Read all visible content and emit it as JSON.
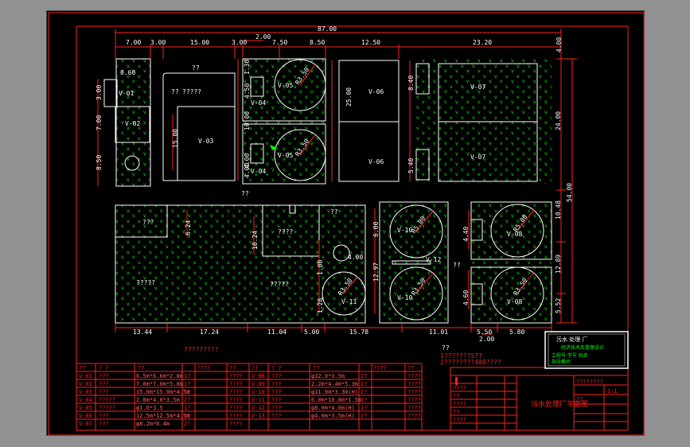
{
  "colors": {
    "frame": "#ff2020",
    "white": "#ffffff",
    "green": "#00ff00",
    "dim": "#ff2020",
    "bg": "#000000"
  },
  "dims_top": {
    "overall": "87.00",
    "small_top": "2.00",
    "segs": [
      "7.00",
      "3.00",
      "15.00",
      "3.00",
      "7.50",
      "8.50",
      "12.50",
      "23.20"
    ],
    "corner": "4.00"
  },
  "dims_left": [
    "3.00",
    "7.00",
    "8.50"
  ],
  "dims_right": [
    "24.00",
    "10.48",
    "54.00",
    "12.89",
    "5.52"
  ],
  "dims_bottom": [
    "13.44",
    "17.24",
    "11.04",
    "5.00",
    "15.78",
    "11.01",
    "5.50",
    "5.80"
  ],
  "dims_bottom_extra": "2.00",
  "dims_misc": {
    "d060": "0.60",
    "d450": "4.50",
    "d130": "1.30",
    "d400a": "4.00",
    "d1000": "10.00",
    "d400b": "4.00",
    "d1500": "15.00",
    "d2500": "25.00",
    "d840": "8.40",
    "d540": "5.40",
    "d624": "6.24",
    "d1024": "10.24",
    "d600": "6.00",
    "d1297": "12.97",
    "d400c": "4.00",
    "d440": "4.40",
    "d460": "4.60",
    "d128": "1.28",
    "d100": "1.00"
  },
  "vessels": {
    "v01": "V-01",
    "v02": "V-02",
    "v03": "V-03",
    "v04a": "V-04",
    "v04b": "V-04",
    "v05a": "V-05",
    "v05b": "V-05",
    "v06a": "V-06",
    "v06b": "V-06",
    "v07a": "V-07",
    "v07b": "V-07",
    "v08a": "V-08",
    "v08b": "V-08",
    "v10a": "V-10",
    "v10b": "V-10",
    "v11": "V-11",
    "v12": "V-12"
  },
  "radii": {
    "r1": "R3.50",
    "r2": "R3.50",
    "r3": "R5.80",
    "r4": "R3.50",
    "r5": "R5.80",
    "r6": "R3.50",
    "r7": "R3.50"
  },
  "room_labels": {
    "a": "??",
    "b": "?????",
    "c": "??",
    "d": "???",
    "e": "????",
    "f": "?????",
    "g": "??",
    "h": "?????",
    "i": "??",
    "j": "??",
    "k": "??"
  },
  "notes": {
    "title": "?????????",
    "n1": "???",
    "n2": "1???????5??",
    "n3": "2????????400????"
  },
  "table_header": {
    "left": [
      "??",
      "? ?",
      "??",
      "????",
      "??"
    ],
    "right": [
      "??",
      "? ?",
      "??",
      "????",
      "??"
    ]
  },
  "table_left": [
    [
      "V-01",
      "???",
      "6.5m*6.6m*2.8m",
      "1?",
      "????"
    ],
    [
      "V-02",
      "???",
      "7.0m*7.0m*5.8m",
      "1?",
      "????"
    ],
    [
      "V-03",
      "???",
      "15.0m*15.0m*4.5m",
      "1?",
      "????"
    ],
    [
      "V-04",
      "?????",
      "2.8m*4.0*3.5m",
      "2?",
      "????"
    ],
    [
      "V-05",
      "?????",
      "φ1.0*3.5",
      "1?",
      "????"
    ],
    [
      "V-06",
      "???",
      "12.5m*12.5m*4.5m",
      "2?",
      "????"
    ],
    [
      "V-07",
      "???",
      "φ8.2m*6.4m",
      "2?",
      "????"
    ]
  ],
  "table_right": [
    [
      "V-08",
      "???",
      "φ12.0*3.5m",
      "2?",
      "????"
    ],
    [
      "V-09",
      "???",
      "2.2m*4.4m*5.3m",
      "2?",
      "????"
    ],
    [
      "V-10",
      "???",
      "φ11.0m*3.3m(H)",
      "2?",
      "????"
    ],
    [
      "V-11",
      "???",
      "6.0m*10.8m*1.5m",
      "1?",
      "????"
    ],
    [
      "V-12",
      "???",
      "φ8.0m*4.0m(H)",
      "1?",
      "????"
    ],
    [
      "V-13",
      "???",
      "φ4.0m*3.5m(H)",
      "2?",
      "????"
    ]
  ],
  "title_block": {
    "drawing_title": "污水处理厂平面图",
    "company": "????????",
    "scale": "1:1",
    "sheet": "??",
    "stamp_lines": [
      "污水 处理 厂",
      "经济技术及管理设计",
      "工程号 学号 姓名",
      "指导教师"
    ],
    "rows": [
      "????",
      "??",
      "????",
      "??",
      "????"
    ]
  }
}
